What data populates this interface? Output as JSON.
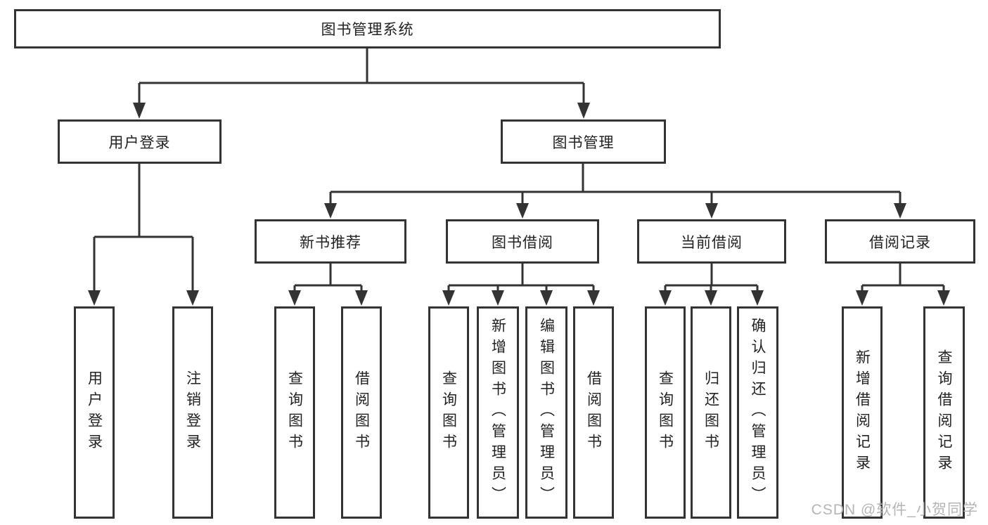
{
  "title": "图书管理系统",
  "watermark": "CSDN @软件_小贺同学",
  "colors": {
    "line": "#333333",
    "box_border": "#333333",
    "text": "#222222",
    "background": "#ffffff",
    "watermark": "#b5b5b5"
  },
  "diagram_type": "hierarchy-tree",
  "tree": {
    "root": {
      "label": "图书管理系统",
      "children": [
        {
          "label": "用户登录",
          "children": [
            {
              "label": "用户登录"
            },
            {
              "label": "注销登录"
            }
          ]
        },
        {
          "label": "图书管理",
          "children": [
            {
              "label": "新书推荐",
              "children": [
                {
                  "label": "查询图书"
                },
                {
                  "label": "借阅图书"
                }
              ]
            },
            {
              "label": "图书借阅",
              "children": [
                {
                  "label": "查询图书"
                },
                {
                  "label": "新增图书（管理员）"
                },
                {
                  "label": "编辑图书（管理员）"
                },
                {
                  "label": "借阅图书"
                }
              ]
            },
            {
              "label": "当前借阅",
              "children": [
                {
                  "label": "查询图书"
                },
                {
                  "label": "归还图书"
                },
                {
                  "label": "确认归还（管理员）"
                }
              ]
            },
            {
              "label": "借阅记录",
              "children": [
                {
                  "label": "新增借阅记录"
                },
                {
                  "label": "查询借阅记录"
                }
              ]
            }
          ]
        }
      ]
    }
  }
}
